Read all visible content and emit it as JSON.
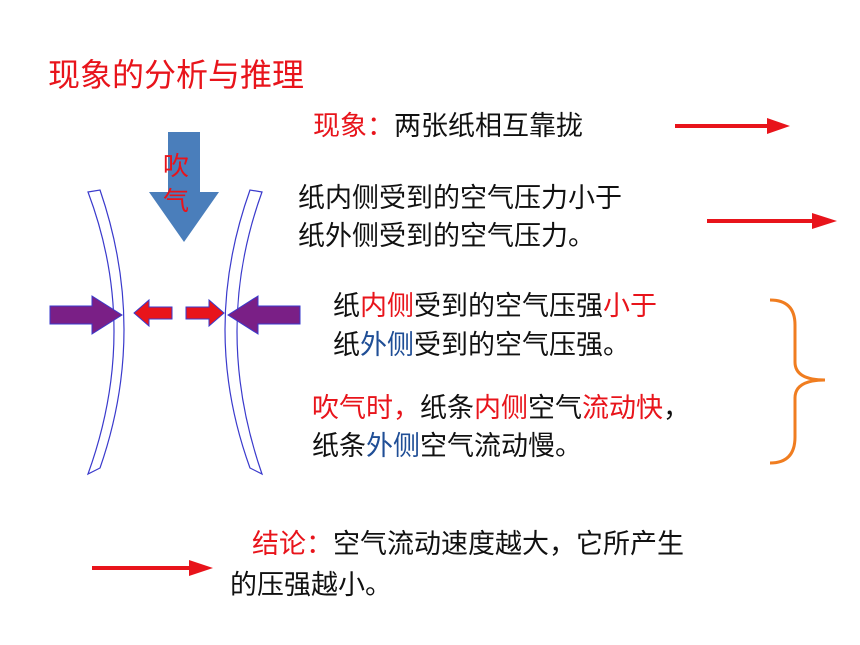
{
  "title": "现象的分析与推理",
  "phenomenon": {
    "label": "现象：",
    "text": "两张纸相互靠拢"
  },
  "force": {
    "line1": "纸内侧受到的空气压力小于",
    "line2": "纸外侧受到的空气压力。"
  },
  "pressure": {
    "l1a": "纸",
    "l1b": "内侧",
    "l1c": "受到的空气压强",
    "l1d": "小于",
    "l2a": "纸",
    "l2b": "外侧",
    "l2c": "受到的空气压强。"
  },
  "flow": {
    "l1a": "吹气时，",
    "l1b": "纸条",
    "l1c": "内侧",
    "l1d": "空气",
    "l1e": "流动快",
    "l1f": "，",
    "l2a": "纸条",
    "l2b": "外侧",
    "l2c": "空气流动慢。"
  },
  "conclusion": {
    "label": "结论：",
    "line1": "空气流动速度越大，它所产生",
    "line2": "的压强越小。"
  },
  "blow": {
    "char1": "吹",
    "char2": "气"
  },
  "colors": {
    "red": "#e8141b",
    "blue": "#1f4e96",
    "arrow_blue": "#4a7ebb",
    "purple": "#7a1f86",
    "brace_orange": "#f07d20",
    "paper_outline": "#3a3acc"
  }
}
